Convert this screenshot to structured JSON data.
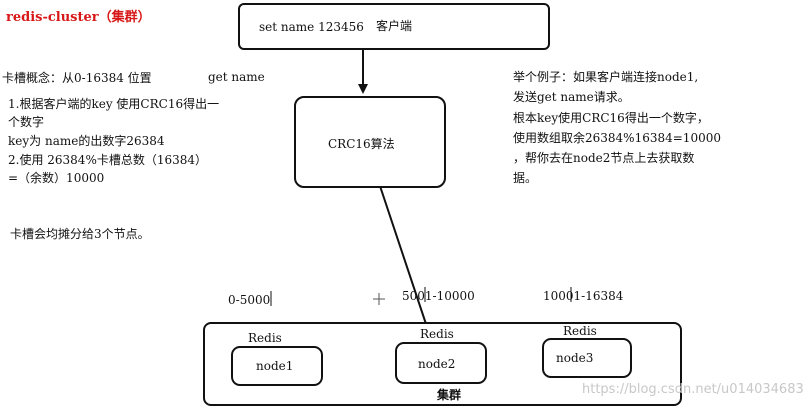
{
  "title": "redis-cluster（集群）",
  "client_box": {
    "command": "set name 123456",
    "label": "客户端"
  },
  "get_command": "get name",
  "crc_box": {
    "label": "CRC16算法"
  },
  "left_notes": [
    "卡槽概念：从0-16384 位置",
    "1.根据客户端的key 使用CRC16得出一",
    "个数字",
    "key为 name的出数字26384",
    "2.使用 26384%卡槽总数（16384）",
    "=（余数）10000"
  ],
  "left_note_bottom": "卡槽会均摊分给3个节点。",
  "right_notes": [
    "举个例子：如果客户端连接node1,",
    "发送get name请求。",
    "根本key使用CRC16得出一个数字，",
    "使用数组取余26384%16384=10000",
    "，帮你去在node2节点上去获取数",
    "据。"
  ],
  "slot_ranges": [
    "0-5000",
    "5001-10000",
    "10001-16384"
  ],
  "cluster": {
    "label": "集群",
    "nodes": [
      {
        "tag": "Redis",
        "name": "node1"
      },
      {
        "tag": "Redis",
        "name": "node2"
      },
      {
        "tag": "Redis",
        "name": "node3"
      }
    ]
  },
  "watermark": "https://blog.csdn.net/u014034683"
}
